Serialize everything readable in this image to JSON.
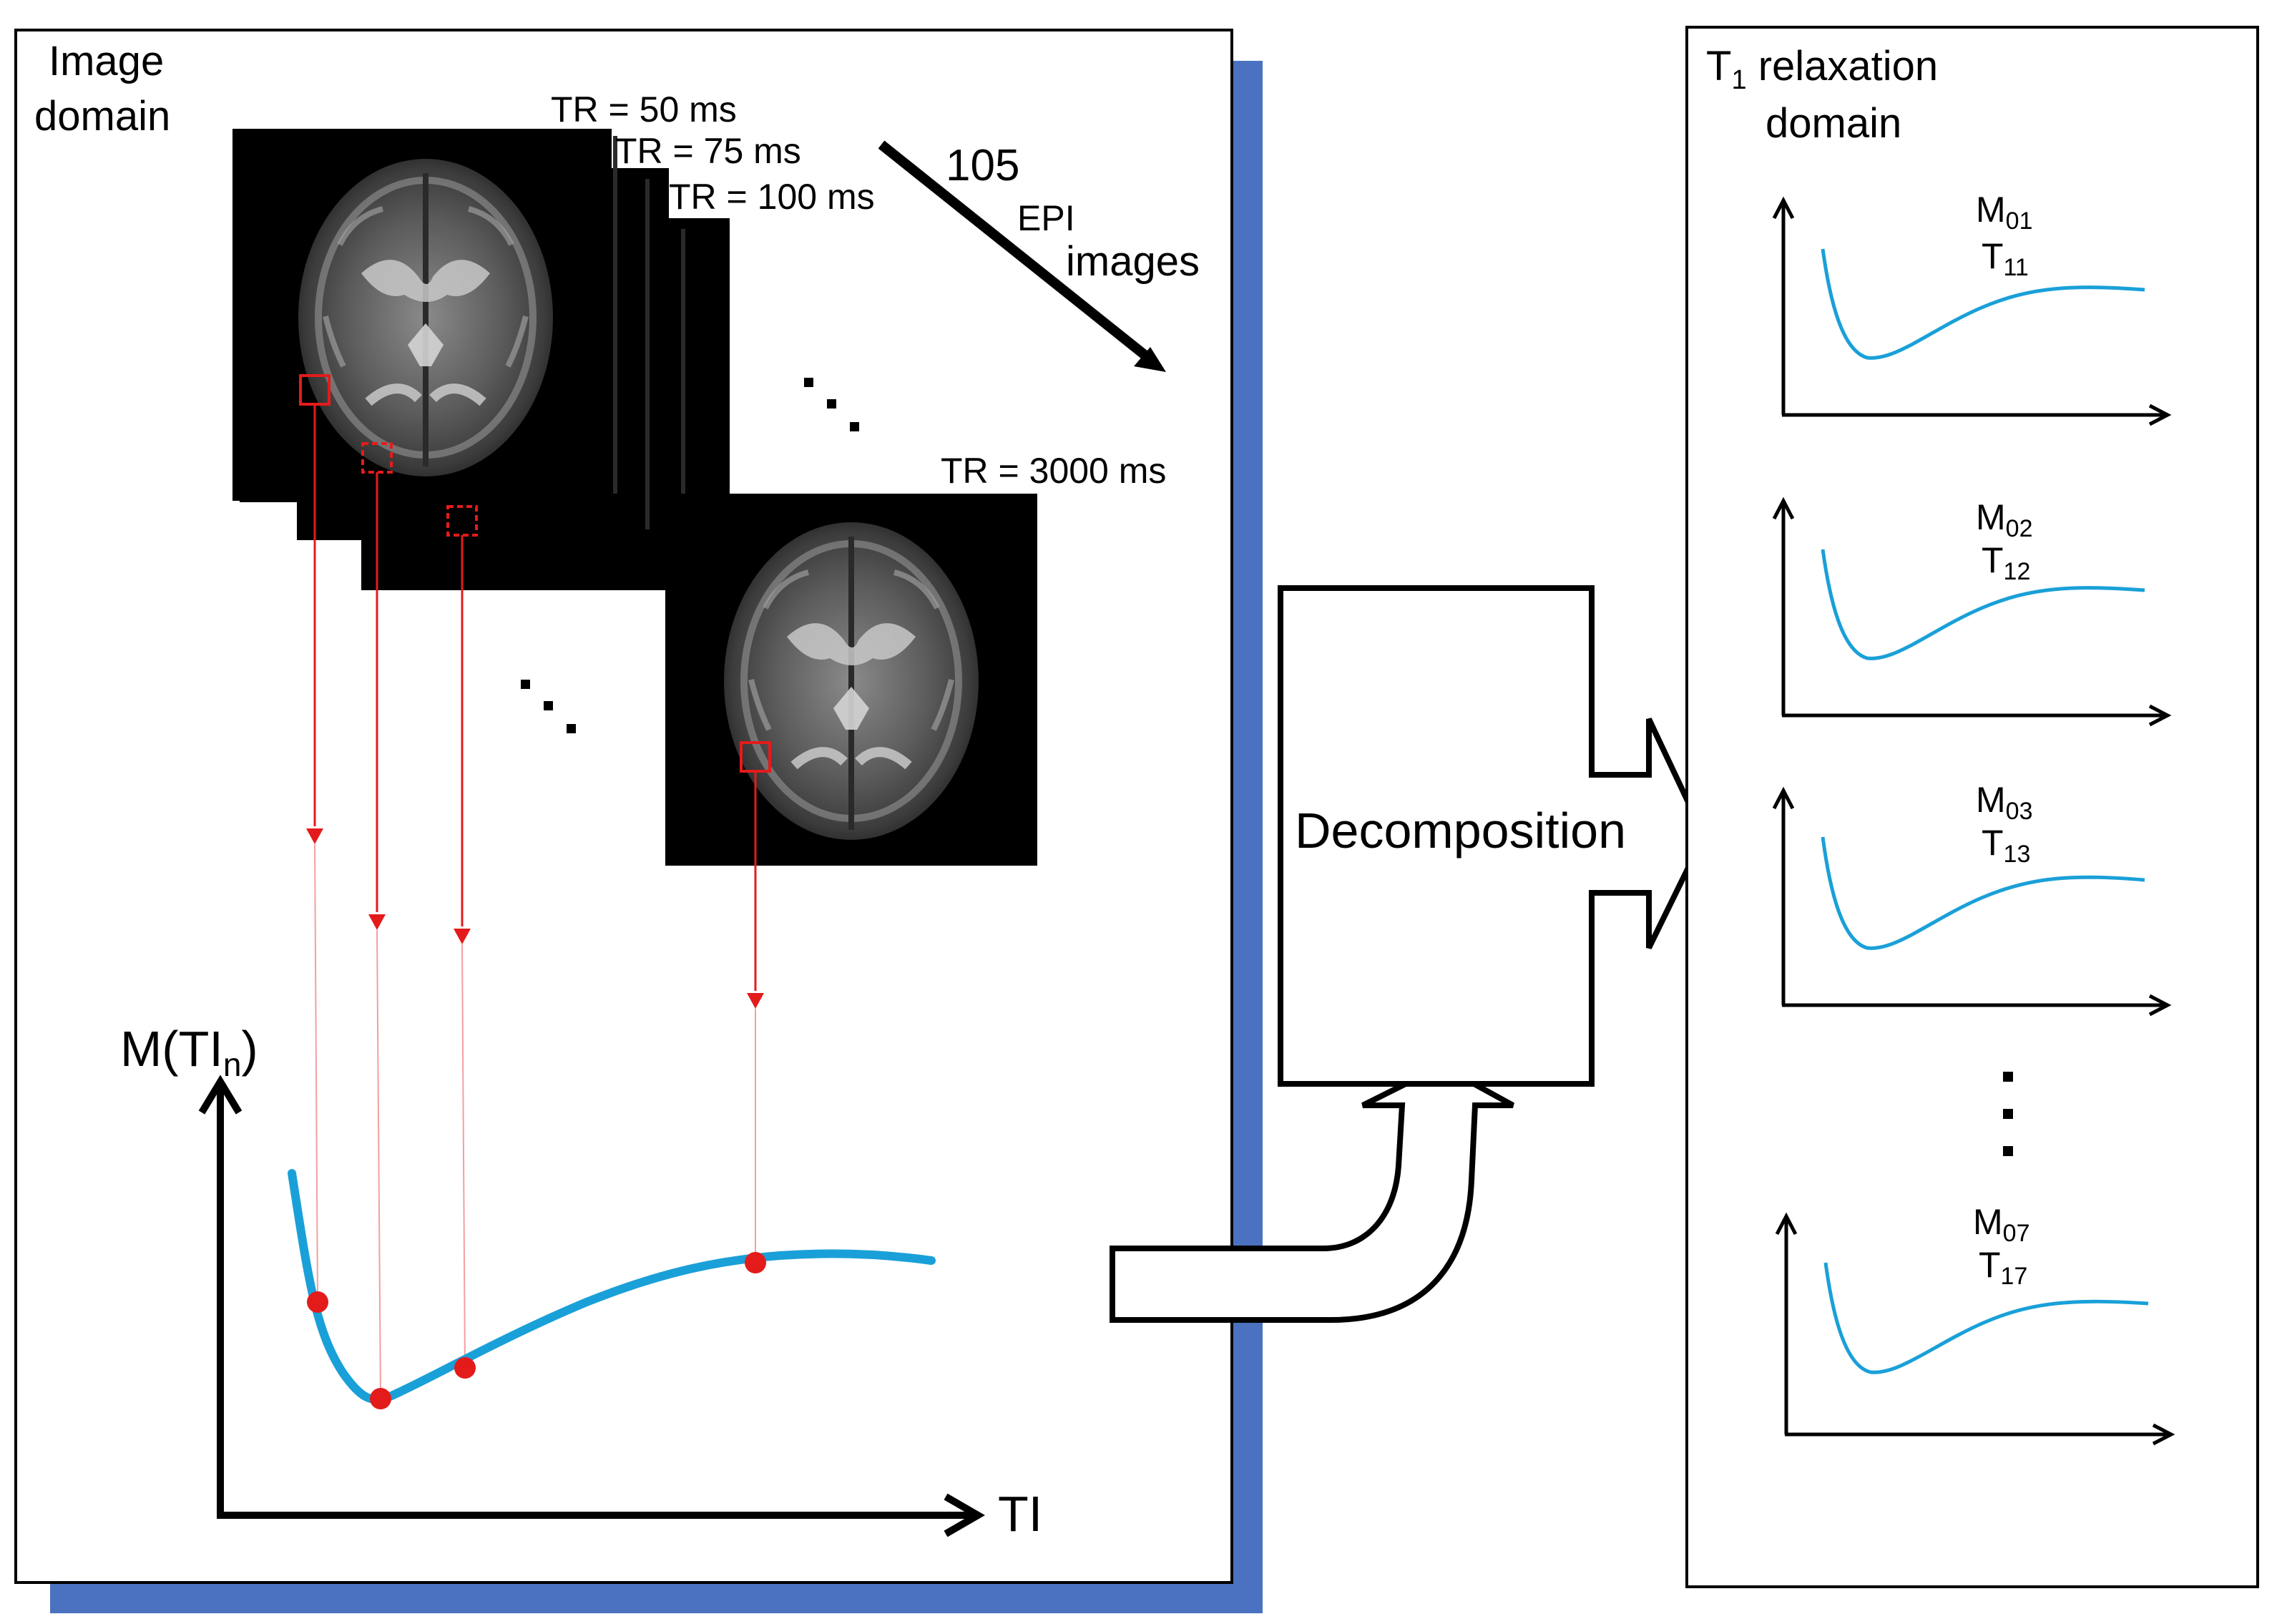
{
  "image_domain": {
    "title_line1": "Image",
    "title_line2": "domain",
    "tr_labels": [
      "TR = 50 ms",
      "TR = 75 ms",
      "TR = 100 ms",
      "TR = 3000 ms"
    ],
    "count": "105",
    "count_word1": "EPI",
    "count_word2": "images",
    "y_axis_label": "M(TI",
    "y_axis_sub": "n",
    "y_axis_close": ")",
    "x_axis_label": "TI"
  },
  "decomposition": {
    "label": "Decomposition"
  },
  "relaxation_domain": {
    "title_prefix": "T",
    "title_sub": "1",
    "title_rest": " relaxation",
    "title_line2": "domain",
    "components": [
      {
        "m_label": "M",
        "m_sub": "01",
        "t_label": "T",
        "t_sub": "11"
      },
      {
        "m_label": "M",
        "m_sub": "02",
        "t_label": "T",
        "t_sub": "12"
      },
      {
        "m_label": "M",
        "m_sub": "03",
        "t_label": "T",
        "t_sub": "13"
      },
      {
        "m_label": "M",
        "m_sub": "07",
        "t_label": "T",
        "t_sub": "17"
      }
    ]
  },
  "colors": {
    "curve": "#1aa0d8",
    "marker": "#e41b1b",
    "shadow": "#4a72c0",
    "mri_background": "#000000"
  }
}
